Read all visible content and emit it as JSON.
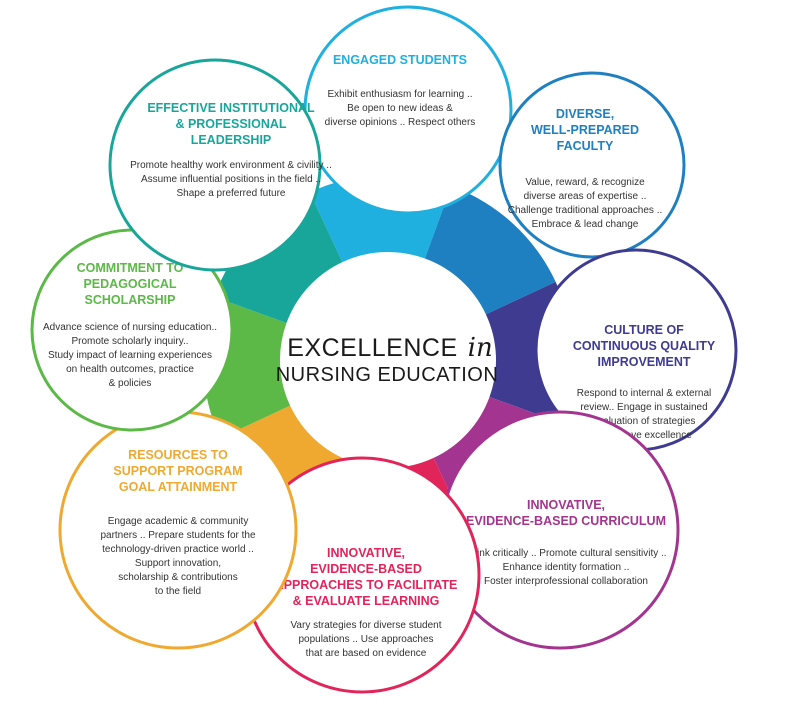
{
  "center": {
    "line1": "EXCELLENCE",
    "line1_italic": "in",
    "line2": "NURSING EDUCATION"
  },
  "components": [
    {
      "id": "engaged-students",
      "color": "#1fb0df",
      "title": [
        "ENGAGED STUDENTS"
      ],
      "body": [
        "Exhibit enthusiasm for learning ..",
        "Be open to new ideas &",
        "diverse opinions .. Respect others"
      ]
    },
    {
      "id": "diverse-faculty",
      "color": "#1e80c1",
      "title": [
        "DIVERSE,",
        "WELL-PREPARED",
        "FACULTY"
      ],
      "body": [
        "Value, reward, & recognize",
        "diverse areas of expertise ..",
        "Challenge traditional approaches ..",
        "Embrace & lead change"
      ]
    },
    {
      "id": "quality-improvement",
      "color": "#3e3b91",
      "title": [
        "CULTURE OF",
        "CONTINUOUS QUALITY",
        "IMPROVEMENT"
      ],
      "body": [
        "Respond to internal & external",
        "review.. Engage in sustained",
        "evaluation of strategies",
        "to achieve excellence"
      ]
    },
    {
      "id": "innovative-curriculum",
      "color": "#a3348f",
      "title": [
        "INNOVATIVE,",
        "EVIDENCE-BASED CURRICULUM"
      ],
      "body": [
        "Think critically .. Promote cultural sensitivity ..",
        "Enhance identity formation ..",
        "Foster interprofessional collaboration"
      ]
    },
    {
      "id": "innovative-approaches",
      "color": "#e1245a",
      "title": [
        "INNOVATIVE,",
        "EVIDENCE-BASED",
        "APPROACHES TO FACILITATE",
        "& EVALUATE LEARNING"
      ],
      "body": [
        "Vary strategies for diverse student",
        "populations .. Use approaches",
        "that are based on evidence"
      ]
    },
    {
      "id": "resources",
      "color": "#f0a930",
      "title": [
        "RESOURCES TO",
        "SUPPORT PROGRAM",
        "GOAL ATTAINMENT"
      ],
      "body": [
        "Engage academic & community",
        "partners .. Prepare students for the",
        "technology-driven practice world ..",
        "Support innovation,",
        "scholarship & contributions",
        "to the field"
      ]
    },
    {
      "id": "pedagogical-scholarship",
      "color": "#5cb947",
      "title": [
        "COMMITMENT TO",
        "PEDAGOGICAL",
        "SCHOLARSHIP"
      ],
      "body": [
        "Advance science of nursing education..",
        "Promote scholarly inquiry..",
        "Study impact of learning experiences",
        "on health outcomes, practice",
        "& policies"
      ]
    },
    {
      "id": "leadership",
      "color": "#19a69a",
      "title": [
        "EFFECTIVE INSTITUTIONAL",
        "& PROFESSIONAL",
        "LEADERSHIP"
      ],
      "body": [
        "Promote healthy work environment & civility ..",
        "Assume influential positions in the field ..",
        "Shape a preferred future"
      ]
    }
  ]
}
